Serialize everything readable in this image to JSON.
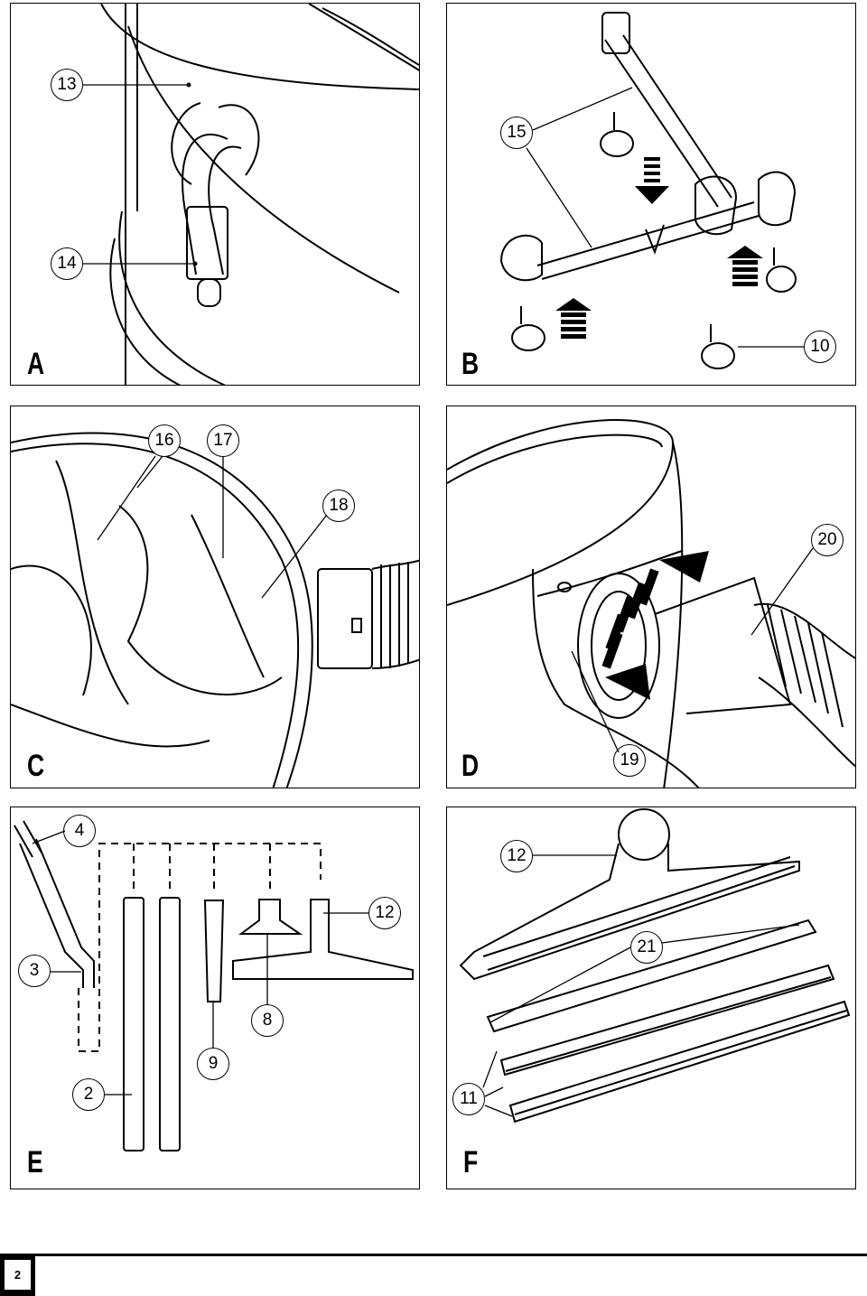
{
  "page": {
    "number": "2"
  },
  "panels": {
    "a": {
      "letter": "A",
      "callouts": [
        "13",
        "14"
      ]
    },
    "b": {
      "letter": "B",
      "callouts": [
        "15",
        "10"
      ]
    },
    "c": {
      "letter": "C",
      "callouts": [
        "16",
        "17",
        "18"
      ]
    },
    "d": {
      "letter": "D",
      "callouts": [
        "20",
        "19"
      ]
    },
    "e": {
      "letter": "E",
      "callouts": [
        "4",
        "3",
        "12",
        "8",
        "9",
        "2"
      ]
    },
    "f": {
      "letter": "F",
      "callouts": [
        "12",
        "21",
        "11"
      ]
    }
  }
}
